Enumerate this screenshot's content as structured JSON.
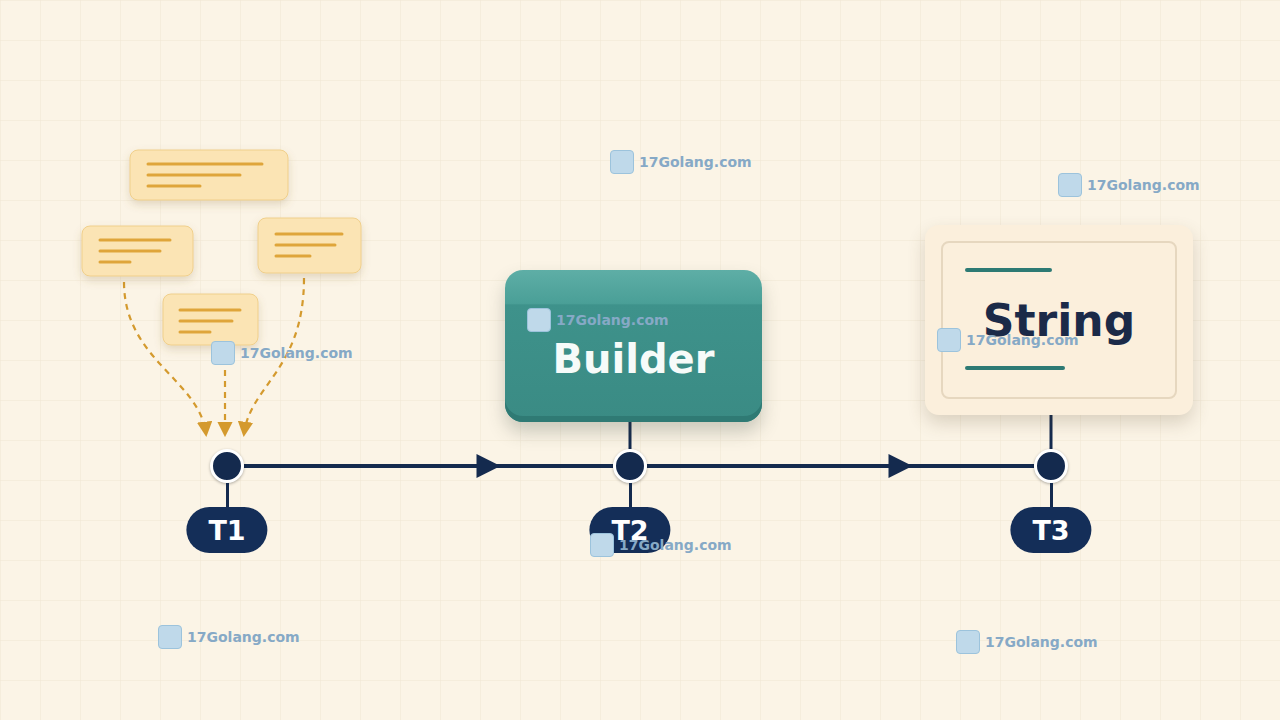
{
  "diagram": {
    "nodes": [
      {
        "text": [
          "Builder"
        ]
      },
      {
        "text": [
          "String"
        ]
      },
      {
        "text": [
          "T1"
        ]
      },
      {
        "text": [
          "T2"
        ]
      },
      {
        "text": [
          "T3"
        ]
      }
    ],
    "edges": [
      {
        "from": 2,
        "to": 3,
        "arrow": "to"
      },
      {
        "from": 3,
        "to": 4,
        "arrow": "to"
      },
      {
        "from": 0,
        "to": 3,
        "arrow": "none"
      },
      {
        "from": 1,
        "to": 4,
        "arrow": "none"
      }
    ],
    "labels": [
      "17Golang.com",
      "17Golang.com",
      "17Golang.com",
      "17Golang.com",
      "17Golang.com",
      "17Golang.com",
      "17Golang.com",
      "17Golang.com"
    ]
  }
}
